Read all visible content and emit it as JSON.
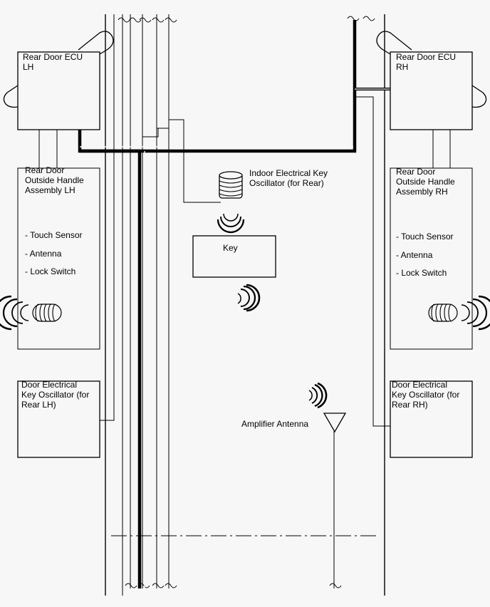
{
  "components": {
    "ecu_lh": [
      "Rear Door ECU",
      "LH"
    ],
    "ecu_rh": [
      "Rear Door ECU",
      "RH"
    ],
    "handle_lh": [
      "Rear Door",
      "Outside Handle",
      "Assembly LH"
    ],
    "handle_rh": [
      "Rear Door",
      "Outside Handle",
      "Assembly RH"
    ],
    "handle_features": [
      "- Touch Sensor",
      "- Antenna",
      "- Lock Switch"
    ],
    "indoor_osc": [
      "Indoor Electrical Key",
      "Oscillator (for Rear)"
    ],
    "key": "Key",
    "osc_lh": [
      "Door Electrical",
      "Key Oscillator (for",
      "Rear LH)"
    ],
    "osc_rh": [
      "Door Electrical",
      "Key Oscillator (for",
      "Rear RH)"
    ],
    "amp_antenna": "Amplifier Antenna"
  },
  "colors": {
    "line": "#000000",
    "background": "#f7f7f7",
    "box_fill": "#f7f7f7"
  }
}
